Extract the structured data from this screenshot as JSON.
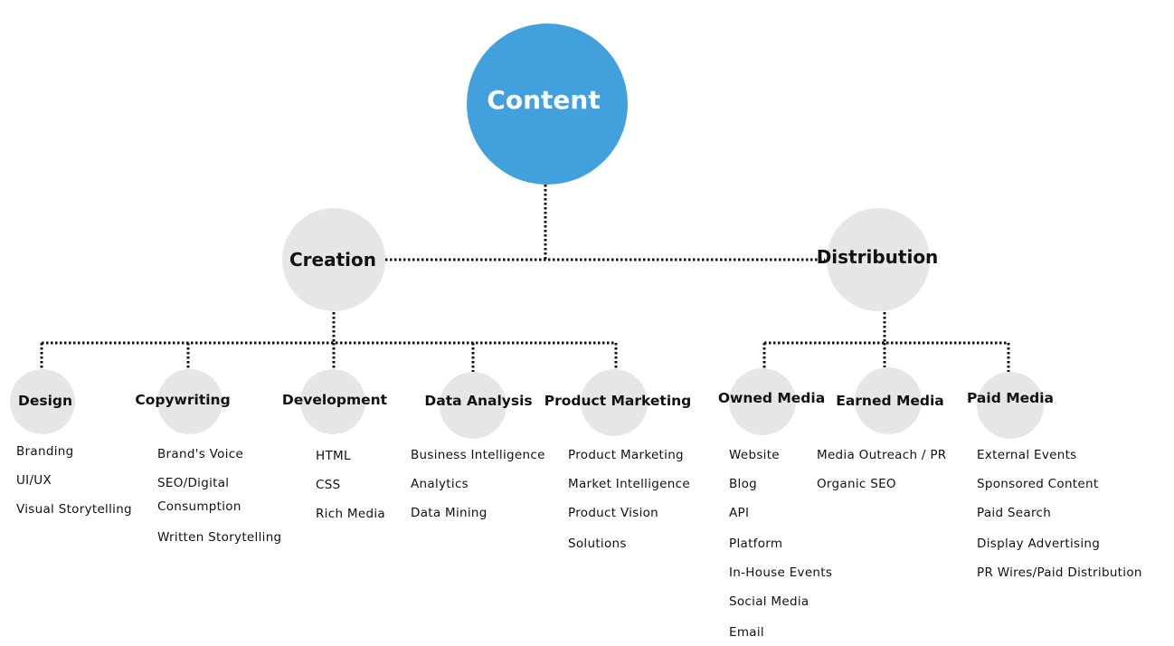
{
  "root": {
    "label": "Content",
    "color": "#42a0dd"
  },
  "creation": {
    "label": "Creation",
    "children": {
      "design": {
        "label": "Design",
        "items": [
          "Branding",
          "UI/UX",
          "Visual Storytelling"
        ]
      },
      "copywriting": {
        "label": "Copywriting",
        "items": [
          "Brand's Voice",
          "SEO/Digital Consumption",
          "Written Storytelling"
        ]
      },
      "development": {
        "label": "Development",
        "items": [
          "HTML",
          "CSS",
          "Rich Media"
        ]
      },
      "data_analysis": {
        "label": "Data Analysis",
        "items": [
          "Business Intelligence",
          "Analytics",
          "Data Mining"
        ]
      },
      "product_marketing": {
        "label": "Product Marketing",
        "items": [
          "Product Marketing",
          "Market Intelligence",
          "Product Vision",
          "Solutions"
        ]
      }
    }
  },
  "distribution": {
    "label": "Distribution",
    "children": {
      "owned_media": {
        "label": "Owned Media",
        "items": [
          "Website",
          "Blog",
          "API",
          "Platform",
          "In-House Events",
          "Social Media",
          "Email"
        ]
      },
      "earned_media": {
        "label": "Earned Media",
        "items": [
          "Media Outreach / PR",
          "Organic SEO"
        ]
      },
      "paid_media": {
        "label": "Paid Media",
        "items": [
          "External Events",
          "Sponsored Content",
          "Paid Search",
          "Display Advertising",
          "PR Wires/Paid Distribution"
        ]
      }
    }
  },
  "style": {
    "node_color": "#e6e6e6",
    "connector_color": "#111111"
  }
}
